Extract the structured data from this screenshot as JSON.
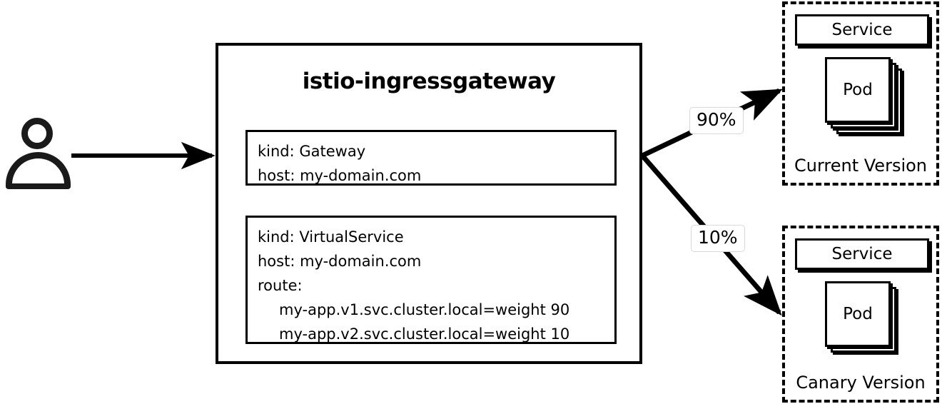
{
  "diagram": {
    "title": "istio-ingressgateway",
    "actor": {
      "icon": "user-icon"
    },
    "gateway": {
      "title": "istio-ingressgateway",
      "gateway_spec": {
        "lines": [
          "kind: Gateway",
          "host: my-domain.com"
        ]
      },
      "virtualservice_spec": {
        "lines": [
          "kind: VirtualService",
          "host: my-domain.com",
          "route:"
        ],
        "routes": [
          "my-app.v1.svc.cluster.local=weight 90",
          "my-app.v2.svc.cluster.local=weight 10"
        ]
      }
    },
    "edges": {
      "primary_weight": "90%",
      "canary_weight": "10%"
    },
    "targets": [
      {
        "caption": "Current Version",
        "service_label": "Service",
        "pod_label": "Pod",
        "pod_count": 3
      },
      {
        "caption": "Canary Version",
        "service_label": "Service",
        "pod_label": "Pod",
        "pod_count": 2
      }
    ],
    "colors": {
      "stroke": "#000000",
      "background": "#ffffff",
      "label_border": "#d8d8d8"
    }
  }
}
